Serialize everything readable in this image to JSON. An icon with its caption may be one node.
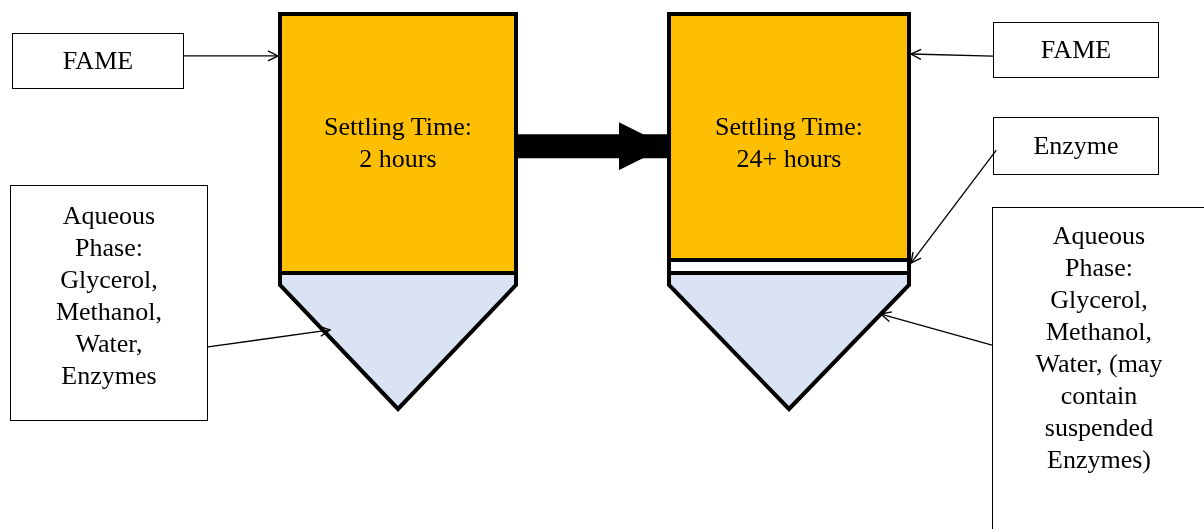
{
  "diagram": {
    "nodes": [
      {
        "text": [
          "FAME"
        ]
      },
      {
        "text": [
          "Settling Time: 2 hours"
        ]
      },
      {
        "text": [],
        "shape": "triangle"
      },
      {
        "text": [
          "Aqueous Phase: Glycerol, Methanol, Water, Enzymes"
        ]
      },
      {
        "text": [
          "Settling Time: 24+ hours"
        ]
      },
      {
        "text": [],
        "shape": "bar"
      },
      {
        "text": [],
        "shape": "triangle"
      },
      {
        "text": [
          "FAME"
        ]
      },
      {
        "text": [
          "Enzyme"
        ]
      },
      {
        "text": [
          "Aqueous Phase: Glycerol, Methanol, Water, (may contain suspended Enzymes)"
        ]
      }
    ],
    "edges": [
      {
        "from": 0,
        "to": 1,
        "arrow": "to"
      },
      {
        "from": 3,
        "to": 2,
        "arrow": "to"
      },
      {
        "from": 1,
        "to": 4,
        "arrow": "to",
        "style": "thick"
      },
      {
        "from": 7,
        "to": 4,
        "arrow": "to"
      },
      {
        "from": 8,
        "to": 5,
        "arrow": "to"
      },
      {
        "from": 9,
        "to": 6,
        "arrow": "to"
      }
    ]
  }
}
